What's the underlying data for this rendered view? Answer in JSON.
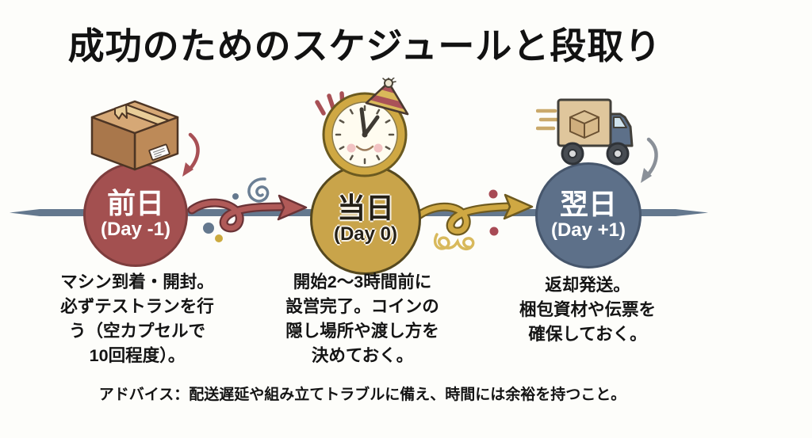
{
  "title": "成功のためのスケジュールと段取り",
  "advice": "アドバイス：配送遅延や組み立てトラブルに備え、時間には余裕を持つこと。",
  "timeline": {
    "line_color": "#64788e",
    "stages": [
      {
        "label": "前日",
        "sublabel": "(Day -1)",
        "icon": "cardboard-box-icon",
        "circle_color": "#a35050",
        "description_lines": [
          "マシン到着・開封。",
          "必ずテストランを行",
          "う（空カプセルで",
          "10回程度）。"
        ]
      },
      {
        "label": "当日",
        "sublabel": "(Day 0)",
        "icon": "party-clock-icon",
        "circle_color": "#c9a44a",
        "description_lines": [
          "開始2〜3時間前に",
          "設営完了。コインの",
          "隠し場所や渡し方を",
          "決めておく。"
        ]
      },
      {
        "label": "翌日",
        "sublabel": "(Day +1)",
        "icon": "delivery-truck-icon",
        "circle_color": "#5d7089",
        "description_lines": [
          "返却発送。",
          "梱包資材や伝票を",
          "確保しておく。"
        ]
      }
    ]
  },
  "colors": {
    "background": "#fdfdfa",
    "title_text": "#121212",
    "body_text": "#141414",
    "stage1_accent": "#a35050",
    "stage2_accent": "#c9a44a",
    "stage3_accent": "#5d7089",
    "timeline": "#64788e",
    "red_arrow": "#b05a58",
    "gold_arrow": "#cfa843"
  }
}
